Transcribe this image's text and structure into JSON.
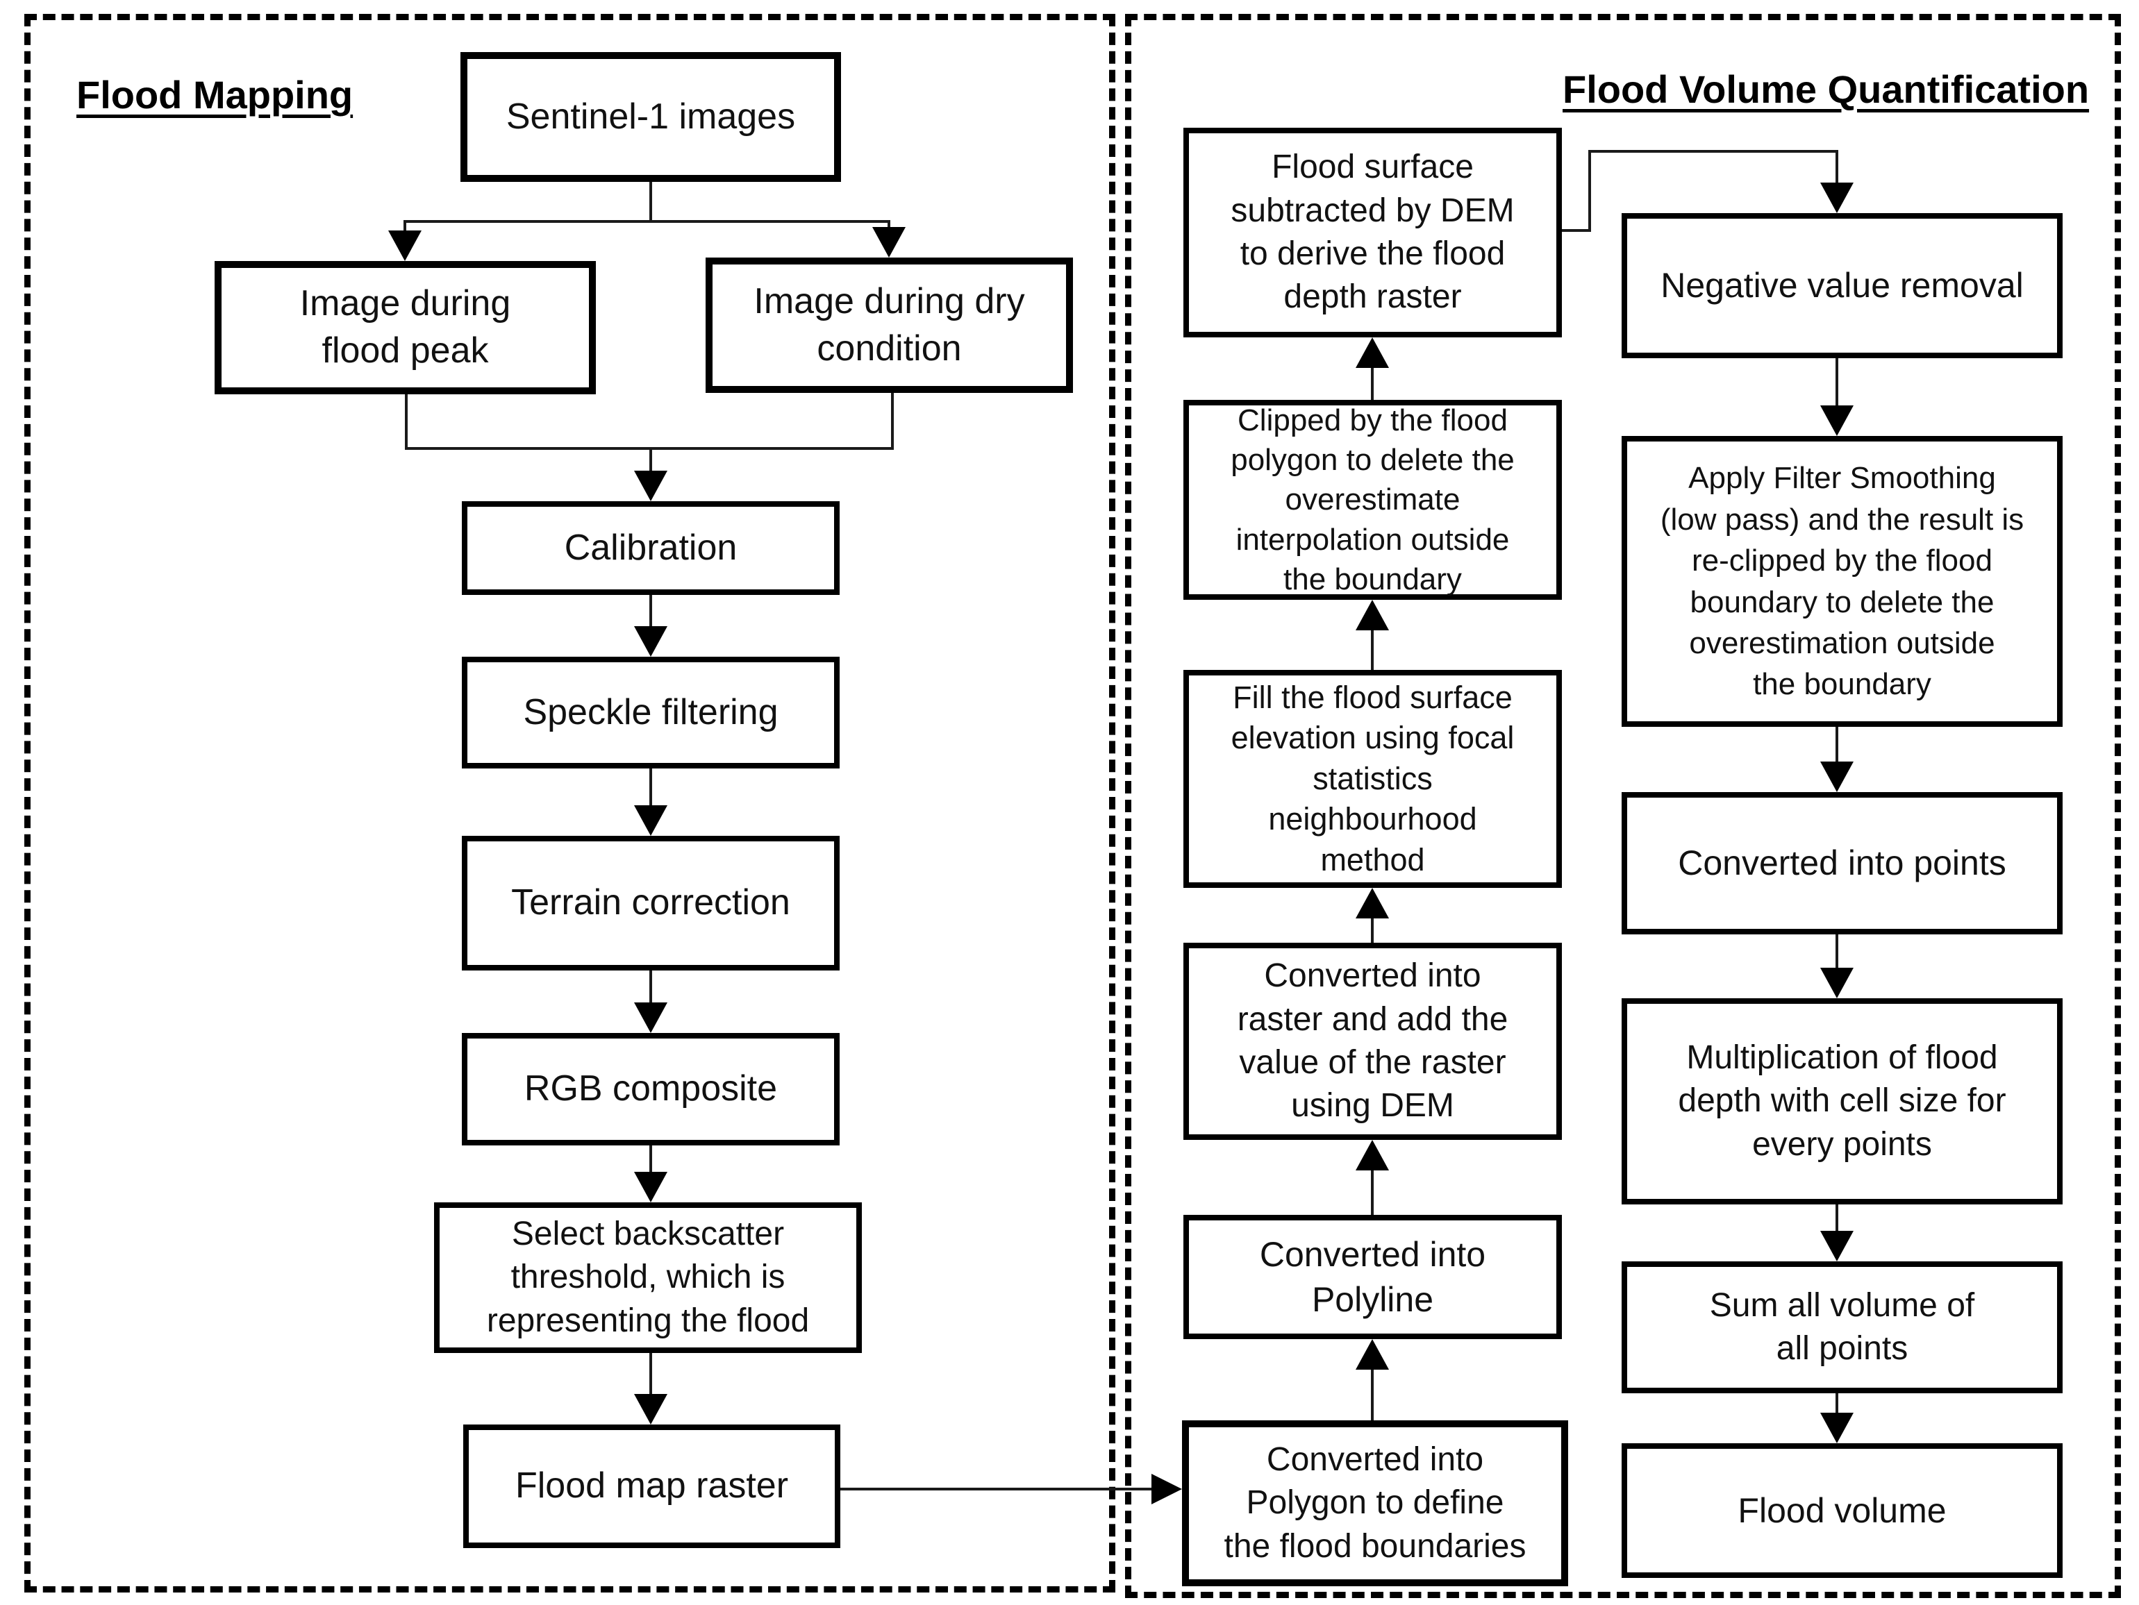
{
  "colors": {
    "background": "#ffffff",
    "box_border": "#000000",
    "box_fill": "#ffffff",
    "line": "#000000",
    "text": "#111111"
  },
  "panels": {
    "flood_mapping": {
      "title": "Flood Mapping"
    },
    "flood_volume": {
      "title": "Flood Volume Quantification"
    }
  },
  "nodes": {
    "sentinel": {
      "label": "Sentinel-1 images"
    },
    "flood_peak": {
      "label": "Image during\nflood peak"
    },
    "dry_condition": {
      "label": "Image during dry\ncondition"
    },
    "calibration": {
      "label": "Calibration"
    },
    "speckle": {
      "label": "Speckle filtering"
    },
    "terrain": {
      "label": "Terrain correction"
    },
    "rgb": {
      "label": "RGB composite"
    },
    "backscatter": {
      "label": "Select backscatter\nthreshold, which is\nrepresenting the flood"
    },
    "flood_map_raster": {
      "label": "Flood map raster"
    },
    "flood_surface": {
      "label": "Flood surface\nsubtracted by DEM\nto derive the flood\ndepth raster"
    },
    "clipped": {
      "label": "Clipped by the flood\npolygon to delete the\noverestimate\ninterpolation outside\nthe boundary"
    },
    "fill_surface": {
      "label": "Fill the flood surface\nelevation using focal\nstatistics\nneighbourhood\nmethod"
    },
    "raster_dem": {
      "label": "Converted into\nraster and add the\nvalue of the raster\nusing DEM"
    },
    "polyline": {
      "label": "Converted into\nPolyline"
    },
    "polygon": {
      "label": "Converted into\nPolygon to define\nthe flood boundaries"
    },
    "negative": {
      "label": "Negative value removal"
    },
    "filter_smoothing": {
      "label": "Apply Filter Smoothing\n(low pass) and the result is\nre-clipped by the flood\nboundary to delete the\noverestimation outside\nthe boundary"
    },
    "points": {
      "label": "Converted into points"
    },
    "multiplication": {
      "label": "Multiplication of flood\ndepth with cell size for\nevery points"
    },
    "sum_volume": {
      "label": "Sum all volume of\nall points"
    },
    "flood_volume": {
      "label": "Flood volume"
    }
  },
  "edges": [
    [
      "sentinel",
      "flood_peak"
    ],
    [
      "sentinel",
      "dry_condition"
    ],
    [
      "flood_peak",
      "calibration"
    ],
    [
      "dry_condition",
      "calibration"
    ],
    [
      "calibration",
      "speckle"
    ],
    [
      "speckle",
      "terrain"
    ],
    [
      "terrain",
      "rgb"
    ],
    [
      "rgb",
      "backscatter"
    ],
    [
      "backscatter",
      "flood_map_raster"
    ],
    [
      "flood_map_raster",
      "polygon"
    ],
    [
      "polygon",
      "polyline"
    ],
    [
      "polyline",
      "raster_dem"
    ],
    [
      "raster_dem",
      "fill_surface"
    ],
    [
      "fill_surface",
      "clipped"
    ],
    [
      "clipped",
      "flood_surface"
    ],
    [
      "flood_surface",
      "negative"
    ],
    [
      "negative",
      "filter_smoothing"
    ],
    [
      "filter_smoothing",
      "points"
    ],
    [
      "points",
      "multiplication"
    ],
    [
      "multiplication",
      "sum_volume"
    ],
    [
      "sum_volume",
      "flood_volume"
    ]
  ]
}
